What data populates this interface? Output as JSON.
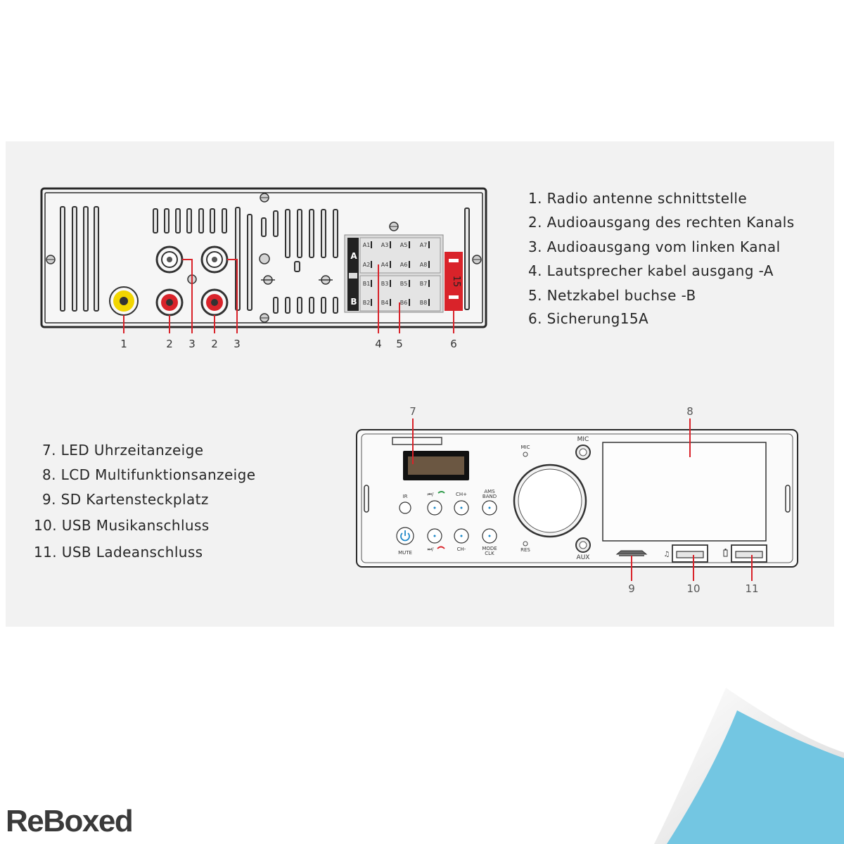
{
  "legend_top": [
    {
      "num": "1.",
      "label": "Radio antenne schnittstelle"
    },
    {
      "num": "2.",
      "label": "Audioausgang des rechten Kanals"
    },
    {
      "num": "3.",
      "label": "Audioausgang vom linken Kanal"
    },
    {
      "num": "4.",
      "label": "Lautsprecher kabel ausgang -A"
    },
    {
      "num": "5.",
      "label": "Netzkabel buchse -B"
    },
    {
      "num": "6.",
      "label": "Sicherung15A"
    }
  ],
  "legend_bottom": [
    {
      "num": "7.",
      "label": "LED Uhrzeitanzeige"
    },
    {
      "num": "8.",
      "label": "LCD Multifunktionsanzeige"
    },
    {
      "num": "9.",
      "label": "SD Kartensteckplatz"
    },
    {
      "num": "10.",
      "label": "USB Musikanschluss"
    },
    {
      "num": "11.",
      "label": "USB Ladeanschluss"
    }
  ],
  "rear_callouts": [
    "1",
    "2",
    "3",
    "2",
    "3",
    "4",
    "5",
    "6"
  ],
  "front_callouts": [
    "7",
    "8",
    "9",
    "10",
    "11"
  ],
  "connector": {
    "row_a": "A",
    "row_b": "B",
    "pins_a_top": [
      "A1",
      "A3",
      "A5",
      "A7"
    ],
    "pins_a_bottom": [
      "A2",
      "A4",
      "A6",
      "A8"
    ],
    "pins_b_top": [
      "B1",
      "B3",
      "B5",
      "B7"
    ],
    "pins_b_bottom": [
      "B2",
      "B4",
      "B6",
      "B8"
    ]
  },
  "fuse_label": "15",
  "front_labels": {
    "ir": "IR",
    "prev": "⏮/",
    "ch_up": "CH+",
    "ams": "AMS",
    "band": "BAND",
    "mute": "MUTE",
    "next": "⏭/",
    "ch_down": "CH-",
    "mode": "MODE",
    "clk": "CLK",
    "mic_small": "MIC",
    "res": "RES",
    "mic": "MIC",
    "aux": "AUX"
  },
  "logo": "ReBoxed",
  "colors": {
    "accent_red": "#d9232a",
    "rca_yellow": "#f2d600",
    "corner_blue": "#73c6e2",
    "mute_blue": "#1e88c8"
  }
}
